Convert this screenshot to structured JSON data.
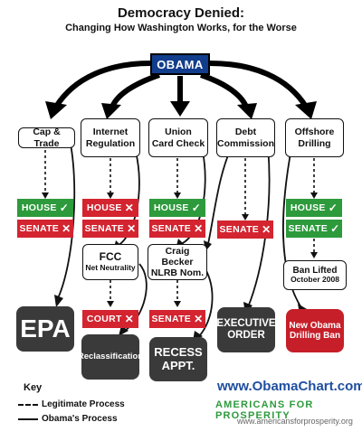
{
  "title": "Democracy Denied:",
  "subtitle": "Changing How Washington Works, for the Worse",
  "source": "OBAMA",
  "issues": [
    {
      "id": "cap-trade",
      "label": "Cap & Trade"
    },
    {
      "id": "internet-regulation",
      "label": "Internet\nRegulation"
    },
    {
      "id": "union-card-check",
      "label": "Union\nCard Check"
    },
    {
      "id": "debt-commission",
      "label": "Debt\nCommission"
    },
    {
      "id": "offshore-drilling",
      "label": "Offshore\nDrilling"
    }
  ],
  "votes": [
    {
      "id": "cap-trade-house",
      "label": "HOUSE",
      "result": "pass"
    },
    {
      "id": "cap-trade-senate",
      "label": "SENATE",
      "result": "fail"
    },
    {
      "id": "internet-house",
      "label": "HOUSE",
      "result": "fail"
    },
    {
      "id": "internet-senate",
      "label": "SENATE",
      "result": "fail"
    },
    {
      "id": "union-house",
      "label": "HOUSE",
      "result": "pass"
    },
    {
      "id": "union-senate",
      "label": "SENATE",
      "result": "fail"
    },
    {
      "id": "debt-senate",
      "label": "SENATE",
      "result": "fail"
    },
    {
      "id": "offshore-house",
      "label": "HOUSE",
      "result": "pass"
    },
    {
      "id": "offshore-senate",
      "label": "SENATE",
      "result": "pass"
    },
    {
      "id": "court",
      "label": "COURT",
      "result": "fail"
    },
    {
      "id": "becker-senate",
      "label": "SENATE",
      "result": "fail"
    }
  ],
  "mid_nodes": {
    "fcc_title": "FCC",
    "fcc_sub": "Net Neutrality",
    "becker": "Craig Becker\nNLRB Nom.",
    "ban_lifted_title": "Ban Lifted",
    "ban_lifted_date": "October 2008"
  },
  "outcomes": {
    "epa": "EPA",
    "reclassification": "Reclassification",
    "recess": "RECESS\nAPPT.",
    "executive_order": "EXECUTIVE\nORDER",
    "drilling_ban": "New Obama\nDrilling Ban"
  },
  "key": {
    "title": "Key",
    "legitimate": "Legitimate Process",
    "obama": "Obama's Process"
  },
  "branding": {
    "url": "www.ObamaChart.com",
    "org": "AMERICANS FOR PROSPERITY",
    "site": "www.americansforprosperity.org"
  },
  "colors": {
    "obama_blue": "#123d8c",
    "pass_green": "#2d9a3c",
    "fail_red": "#c61f29",
    "outcome_dark": "#3a3a3a"
  }
}
